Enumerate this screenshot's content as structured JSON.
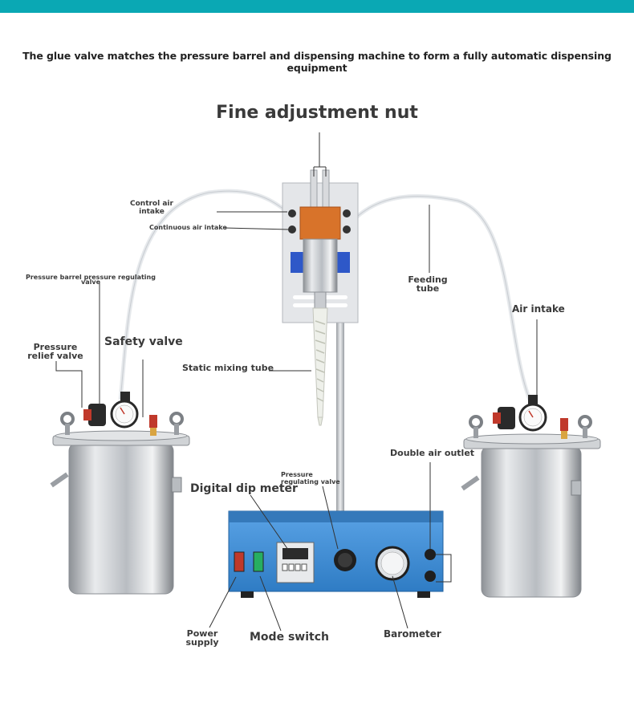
{
  "header": {
    "accent_color": "#0aa8b4",
    "headline": "The glue valve matches the pressure barrel and dispensing machine to form a fully automatic dispensing equipment"
  },
  "callouts": {
    "fine_adjustment_nut": "Fine adjustment nut",
    "control_air_intake_1": "Control air",
    "control_air_intake_2": "intake",
    "continuous_air_intake": "Continuous air intake",
    "pressure_barrel_regulating_1": "Pressure barrel pressure regulating",
    "pressure_barrel_regulating_2": "valve",
    "feeding_tube_1": "Feeding",
    "feeding_tube_2": "tube",
    "air_intake": "Air intake",
    "pressure_relief_valve_1": "Pressure",
    "pressure_relief_valve_2": "relief valve",
    "safety_valve": "Safety valve",
    "static_mixing_tube": "Static mixing tube",
    "double_air_outlet": "Double air outlet",
    "pressure_regulating_valve_1": "Pressure",
    "pressure_regulating_valve_2": "regulating valve",
    "digital_dip_meter": "Digital dip meter",
    "power_supply_1": "Power",
    "power_supply_2": "supply",
    "mode_switch": "Mode switch",
    "barometer": "Barometer"
  },
  "colors": {
    "machine_blue": "#3f8ed6",
    "steel": "#c9ccd0",
    "valve_orange": "#d8732a"
  }
}
